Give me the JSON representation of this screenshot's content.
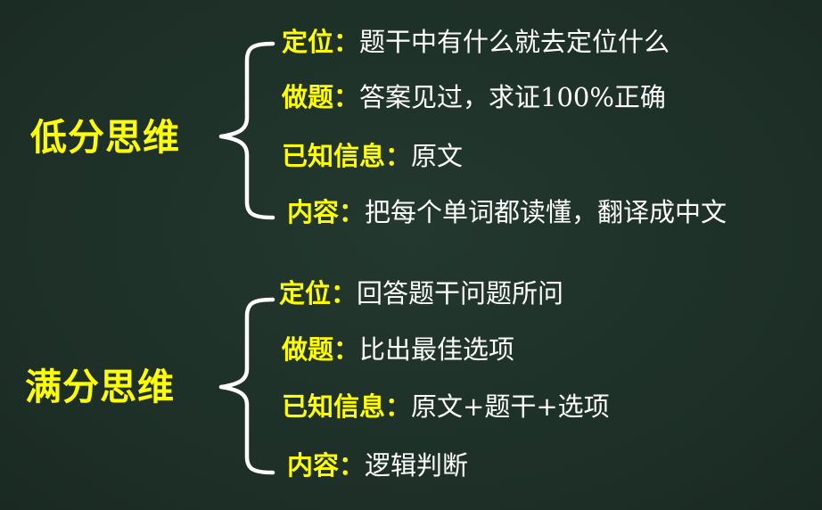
{
  "groups": [
    {
      "title": "低分思维",
      "rows": [
        {
          "key": "定位：",
          "value": "题干中有什么就去定位什么"
        },
        {
          "key": "做题：",
          "value": "答案见过，求证100%正确"
        },
        {
          "key": "已知信息：",
          "value": "原文"
        },
        {
          "key": "内容：",
          "value": "把每个单词都读懂，翻译成中文"
        }
      ]
    },
    {
      "title": "满分思维",
      "rows": [
        {
          "key": "定位：",
          "value": "回答题干问题所问"
        },
        {
          "key": "做题：",
          "value": "比出最佳选项"
        },
        {
          "key": "已知信息：",
          "value": "原文+题干+选项"
        },
        {
          "key": "内容：",
          "value": "逻辑判断"
        }
      ]
    }
  ],
  "colors": {
    "background": "#1f3129",
    "highlight": "#ffff00",
    "text": "#ffffff"
  }
}
